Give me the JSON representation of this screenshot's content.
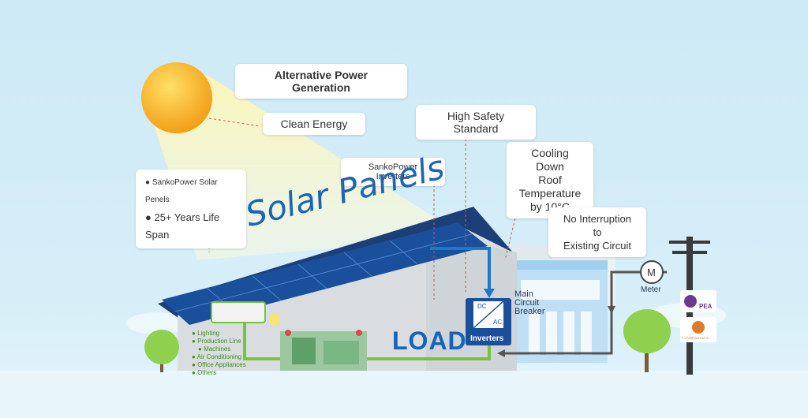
{
  "callouts": {
    "alternative": "Alternative Power Generation",
    "clean": "Clean Energy",
    "safety": "High Safety Standard",
    "inverters_brand": "SankoPower Inverters",
    "cooling": [
      "Cooling Down",
      "Roof",
      "Temperature",
      "by 10°C"
    ],
    "interruption": [
      "No Interruption to",
      "Existing Circuit"
    ],
    "panels_brand": "SankoPower Solar Penels",
    "lifespan": "25+ Years Life Span"
  },
  "labels": {
    "solar_panels": "Solar Panels",
    "load": "LOAD",
    "inverters": "Inverters",
    "dc": "DC",
    "ac": "AC",
    "breaker": [
      "Main",
      "Circuit",
      "Breaker"
    ],
    "meter_symbol": "M",
    "meter": "Meter",
    "pea": "PEA",
    "mea": "การไฟฟ้านครหลวง"
  },
  "load_items": [
    "Lighting",
    "Production Line",
    "Machines",
    "Air Conditioning",
    "Office Appliances",
    "Others"
  ],
  "colors": {
    "sky": "#cdeaf6",
    "sun": "#f6b21c",
    "panel": "#1a4f9c",
    "wire_blue": "#1e78c8",
    "wire_green": "#7ac142",
    "text_blue": "#1c64b4"
  }
}
